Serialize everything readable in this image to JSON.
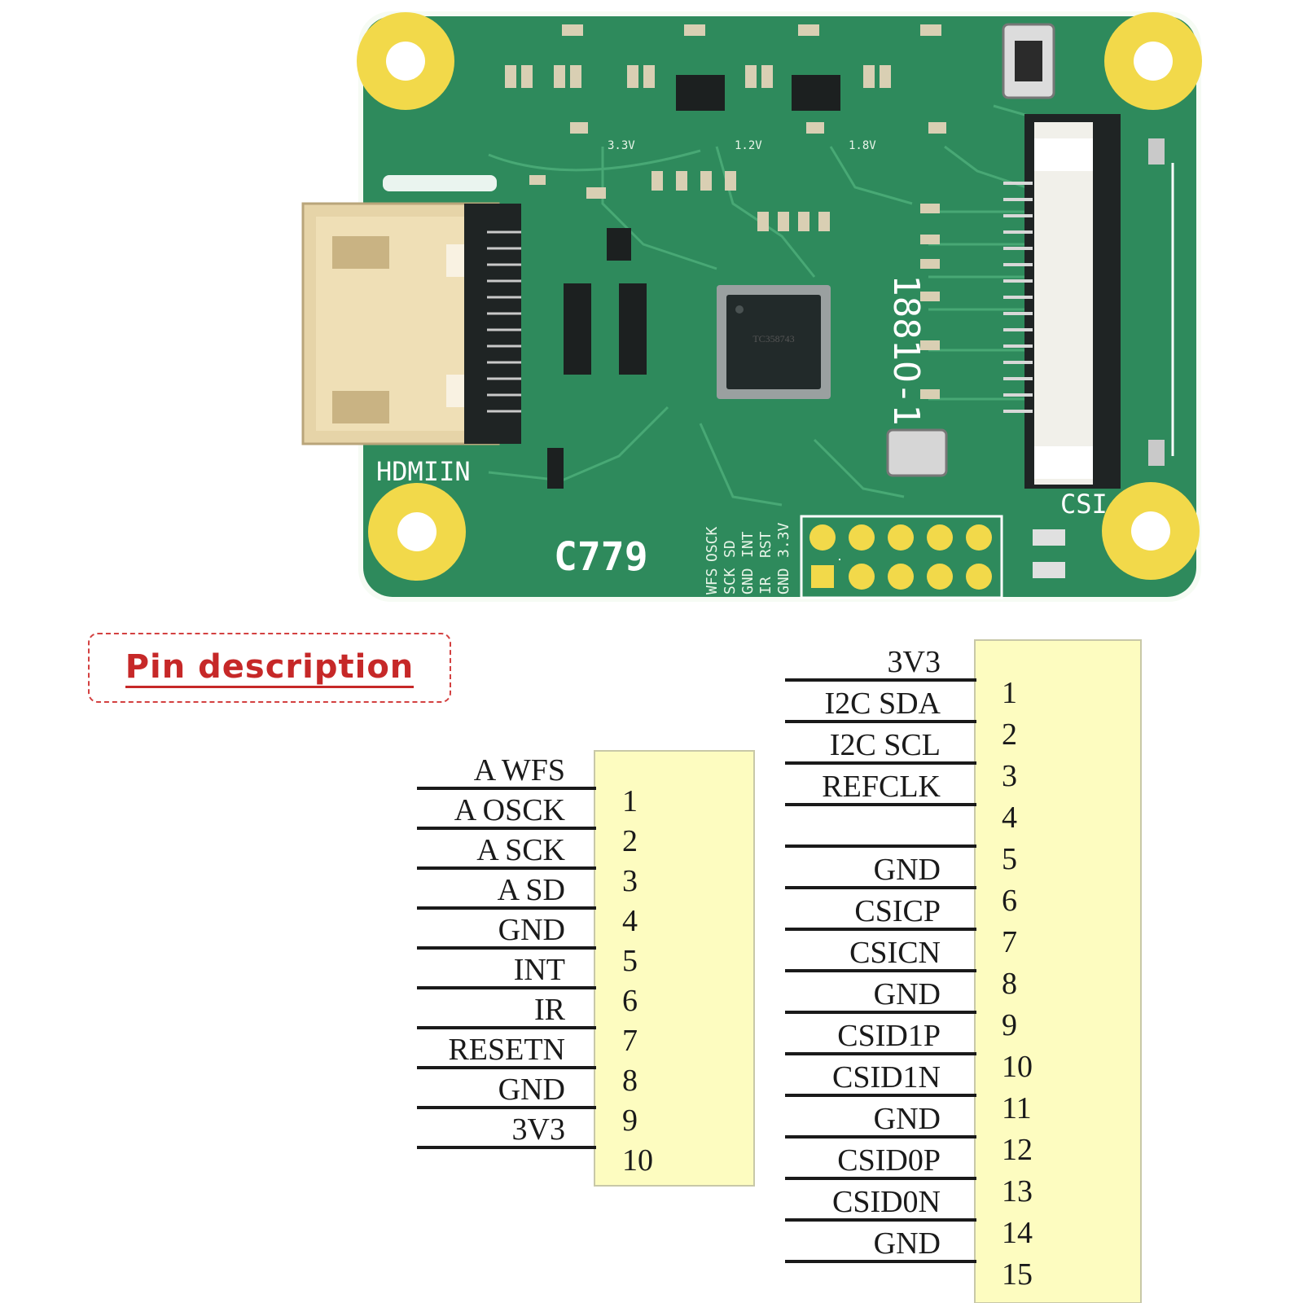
{
  "board": {
    "hdmi_label": "HDMIIN",
    "model_label": "C779",
    "csi_label": "CSI",
    "part_number": "1881O-1",
    "rail_labels": [
      "3.3V",
      "1.2V",
      "1.8V"
    ],
    "header_labels_top": [
      "WFS",
      "OSCK",
      "SD",
      "INT",
      "RST",
      "3.3V"
    ],
    "header_labels_bottom": [
      "SCK",
      "GND",
      "IR",
      "GND"
    ],
    "colors": {
      "pcb": "#2e8a5c",
      "pad": "#f2d94a",
      "connector": "#e6d4a8",
      "chip": "#222a2a",
      "header_yellow": "#fdfcc0"
    }
  },
  "pin_title": "Pin description",
  "header_a": {
    "pins": [
      {
        "num": "1",
        "name": "A WFS"
      },
      {
        "num": "2",
        "name": "A OSCK"
      },
      {
        "num": "3",
        "name": "A SCK"
      },
      {
        "num": "4",
        "name": "A SD"
      },
      {
        "num": "5",
        "name": "GND"
      },
      {
        "num": "6",
        "name": "INT"
      },
      {
        "num": "7",
        "name": "IR"
      },
      {
        "num": "8",
        "name": "RESETN"
      },
      {
        "num": "9",
        "name": "GND"
      },
      {
        "num": "10",
        "name": "3V3"
      }
    ]
  },
  "header_csi": {
    "pins": [
      {
        "num": "1",
        "name": "3V3"
      },
      {
        "num": "2",
        "name": "I2C SDA"
      },
      {
        "num": "3",
        "name": "I2C SCL"
      },
      {
        "num": "4",
        "name": "REFCLK"
      },
      {
        "num": "5",
        "name": ""
      },
      {
        "num": "6",
        "name": "GND"
      },
      {
        "num": "7",
        "name": "CSICP"
      },
      {
        "num": "8",
        "name": "CSICN"
      },
      {
        "num": "9",
        "name": "GND"
      },
      {
        "num": "10",
        "name": "CSID1P"
      },
      {
        "num": "11",
        "name": "CSID1N"
      },
      {
        "num": "12",
        "name": "GND"
      },
      {
        "num": "13",
        "name": "CSID0P"
      },
      {
        "num": "14",
        "name": "CSID0N"
      },
      {
        "num": "15",
        "name": "GND"
      }
    ]
  }
}
